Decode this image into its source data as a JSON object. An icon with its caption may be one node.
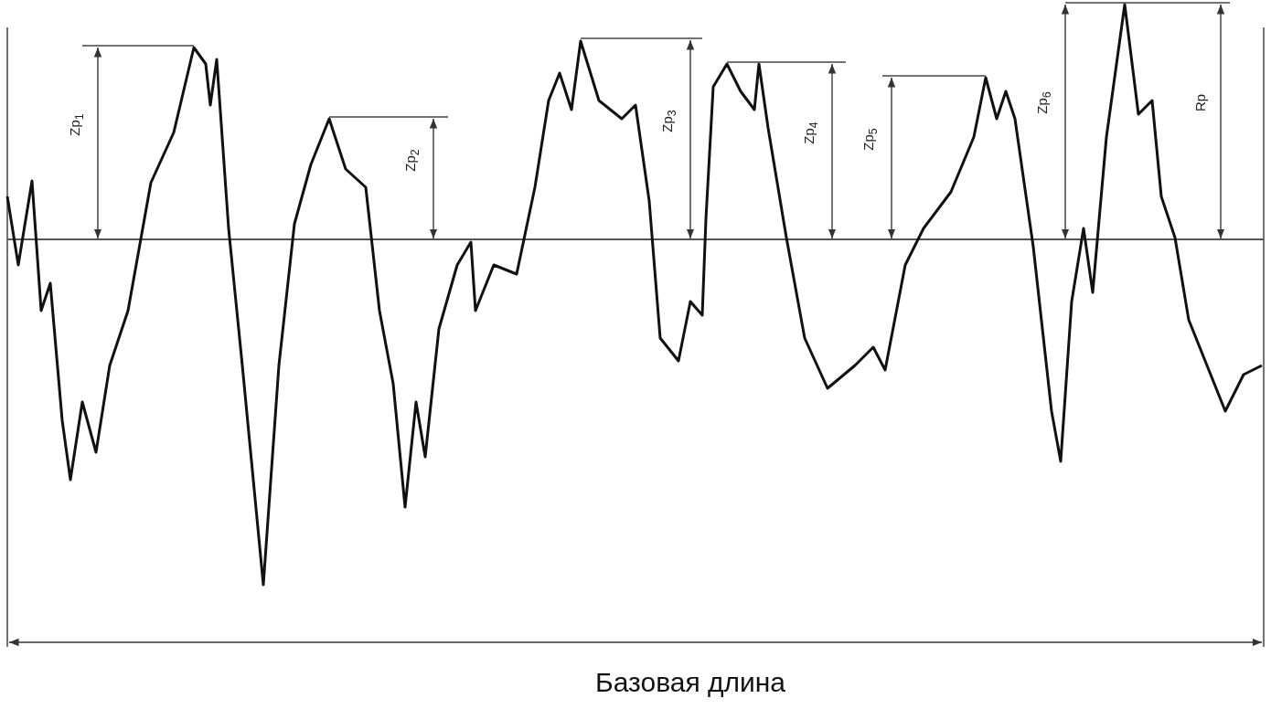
{
  "diagram": {
    "labels": [
      "Zp$_{1}$",
      "Zp$_{2}$",
      "Zp$_{3}$",
      "Zp$_{4}$",
      "Zp$_{5}$",
      "Zp$_{6}$",
      "Rp",
      "Базовая длина"
    ]
  }
}
